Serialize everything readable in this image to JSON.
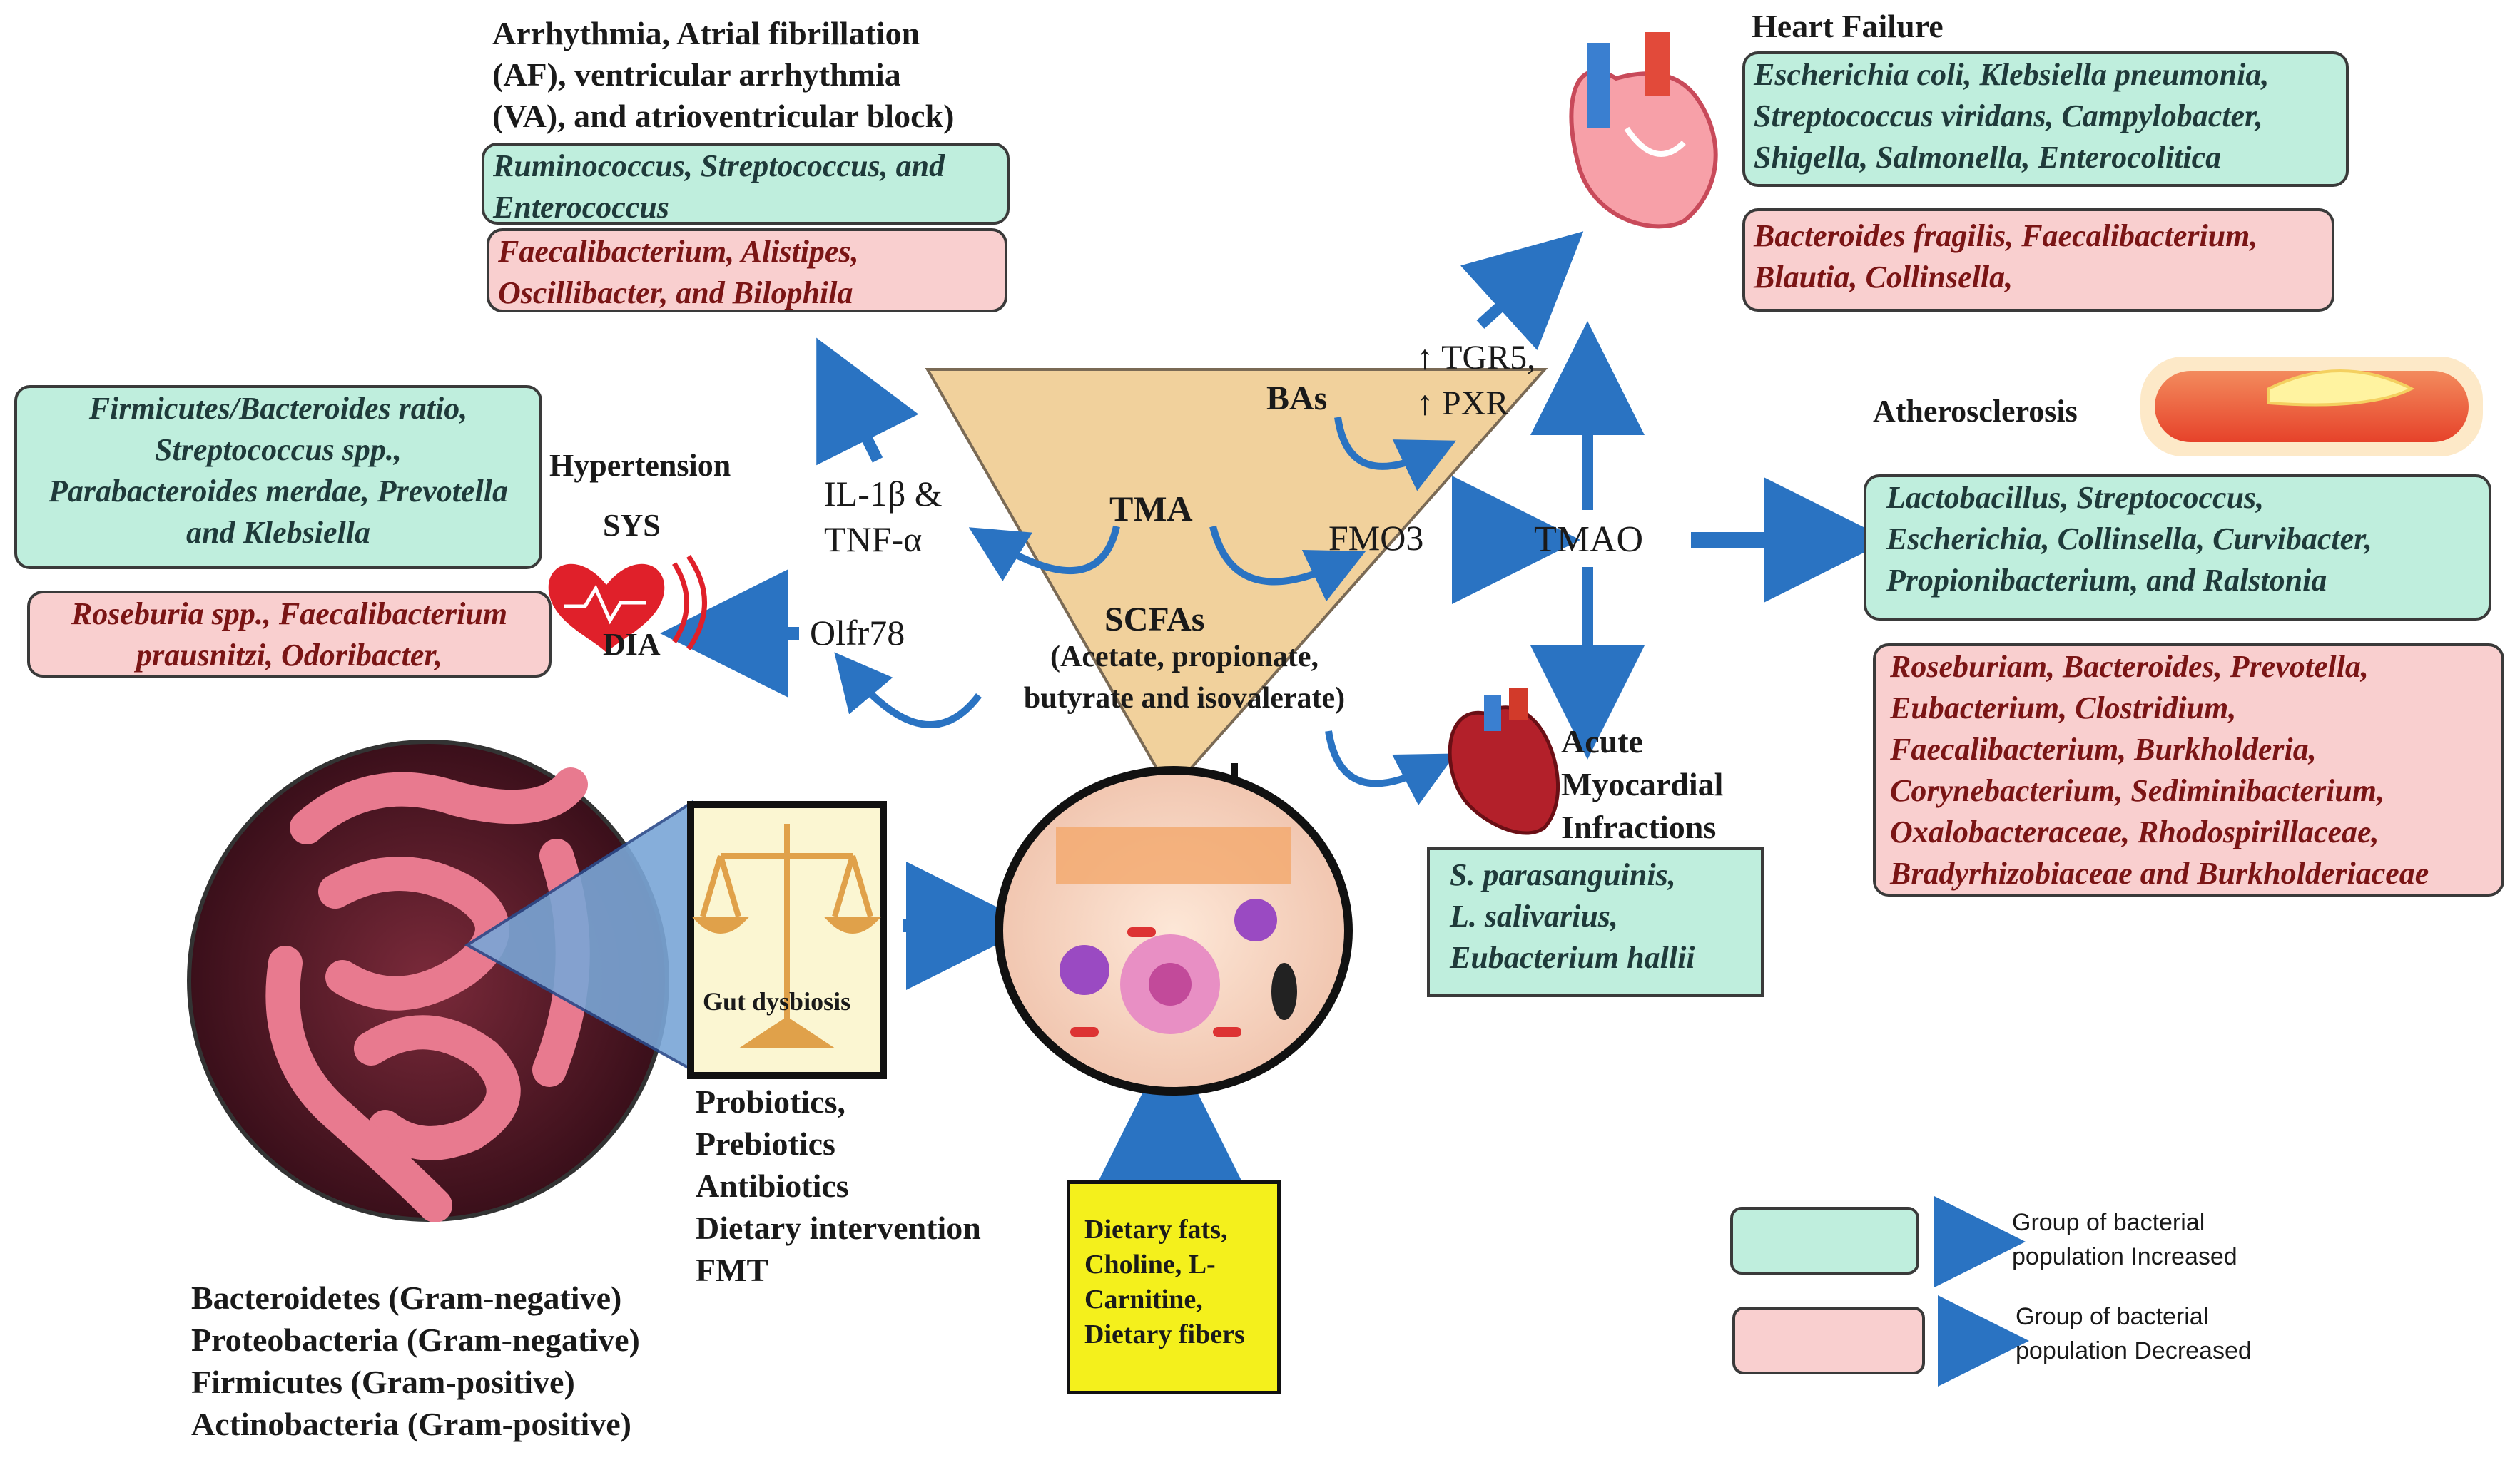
{
  "top_left_title": [
    "Arrhythmia, Atrial fibrillation",
    "(AF), ventricular arrhythmia",
    "(VA), and atrioventricular block)"
  ],
  "arrhythmia_increased": [
    "Ruminococcus, Streptococcus, and",
    "Enterococcus"
  ],
  "arrhythmia_decreased": [
    "Faecalibacterium, Alistipes,",
    "Oscillibacter, and Bilophila"
  ],
  "heart_failure": {
    "title": "Heart Failure",
    "increased": [
      "Escherichia coli, Klebsiella pneumonia,",
      "Streptococcus viridans, Campylobacter,",
      "Shigella, Salmonella, Enterocolitica"
    ],
    "decreased": [
      "Bacteroides fragilis, Faecalibacterium,",
      "Blautia, Collinsella,"
    ]
  },
  "hypertension": {
    "increased": [
      "Firmicutes/Bacteroides ratio,",
      "Streptococcus spp.,",
      "Parabacteroides merdae, Prevotella",
      "and Klebsiella"
    ],
    "decreased": [
      "Roseburia spp., Faecalibacterium",
      "prausnitzi, Odoribacter,"
    ],
    "title": "Hypertension",
    "sys": "SYS",
    "dia": "DIA"
  },
  "center": {
    "bas": "BAs",
    "tma": "TMA",
    "scfas": "SCFAs",
    "scfas_detail": [
      "(Acetate, propionate,",
      "butyrate and isovalerate)"
    ],
    "il": [
      "IL-1β &",
      "TNF-α"
    ],
    "olfr": "Olfr78",
    "fmo3": "FMO3",
    "tmao": "TMAO",
    "tgr5": [
      "↑ TGR5,",
      "↑ PXR"
    ]
  },
  "atherosclerosis": {
    "title": "Atherosclerosis",
    "increased": [
      "Lactobacillus, Streptococcus,",
      "Escherichia, Collinsella, Curvibacter,",
      "Propionibacterium, and Ralstonia"
    ],
    "decreased": [
      "Roseburiam, Bacteroides, Prevotella,",
      "Eubacterium, Clostridium,",
      "Faecalibacterium, Burkholderia,",
      "Corynebacterium, Sediminibacterium,",
      "Oxalobacteraceae, Rhodospirillaceae,",
      "Bradyrhizobiaceae and Burkholderiaceae"
    ]
  },
  "ami": {
    "title": [
      "Acute",
      "Myocardial",
      "Infractions"
    ],
    "increased": [
      "S. parasanguinis,",
      "L. salivarius,",
      "Eubacterium hallii"
    ]
  },
  "dysbiosis_label": "Gut dysbiosis",
  "treatments": [
    "Probiotics,",
    "Prebiotics",
    "Antibiotics",
    "Dietary intervention",
    "FMT"
  ],
  "diet": [
    "Dietary fats,",
    "Choline, L-",
    "Carnitine,",
    "Dietary fibers"
  ],
  "phyla": [
    "Bacteroidetes (Gram-negative)",
    "Proteobacteria (Gram-negative)",
    "Firmicutes (Gram-positive)",
    "Actinobacteria (Gram-positive)"
  ],
  "legend": {
    "increased": [
      "Group of bacterial",
      "population Increased"
    ],
    "decreased": [
      "Group of bacterial",
      "population Decreased"
    ]
  },
  "colors": {
    "increased_fill": "#bfeedd",
    "decreased_fill": "#f9cfcf",
    "arrow_blue": "#2a73c2",
    "triangle_fill": "#f1d19c",
    "diet_fill": "#f4f01c",
    "scale_fill": "#fbf6d2"
  }
}
